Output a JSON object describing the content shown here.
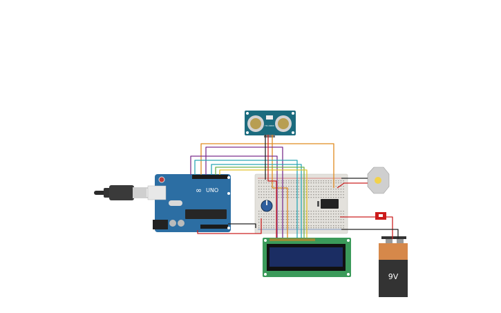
{
  "arduino": {
    "model": "UNO",
    "brand_glyph": "∞"
  },
  "sensor": {
    "model": "HC-SR04"
  },
  "battery": {
    "voltage_label": "9V"
  },
  "colors": {
    "canvas": "#ffffff",
    "arduino_board": "#2c6ea3",
    "sensor_board": "#1b6b7e",
    "breadboard": "#e3e1dc",
    "lcd_bezel": "#3b9a5a",
    "lcd_screen": "#1b2d63",
    "battery_top": "#d6884a",
    "battery_body": "#333333",
    "wire_orange": "#e08a1e",
    "wire_purple": "#7b2f8c",
    "wire_teal": "#2aa7b5",
    "wire_green": "#6ab04c",
    "wire_yellow": "#e3c22a",
    "wire_red": "#cc2222",
    "wire_black": "#222222"
  }
}
